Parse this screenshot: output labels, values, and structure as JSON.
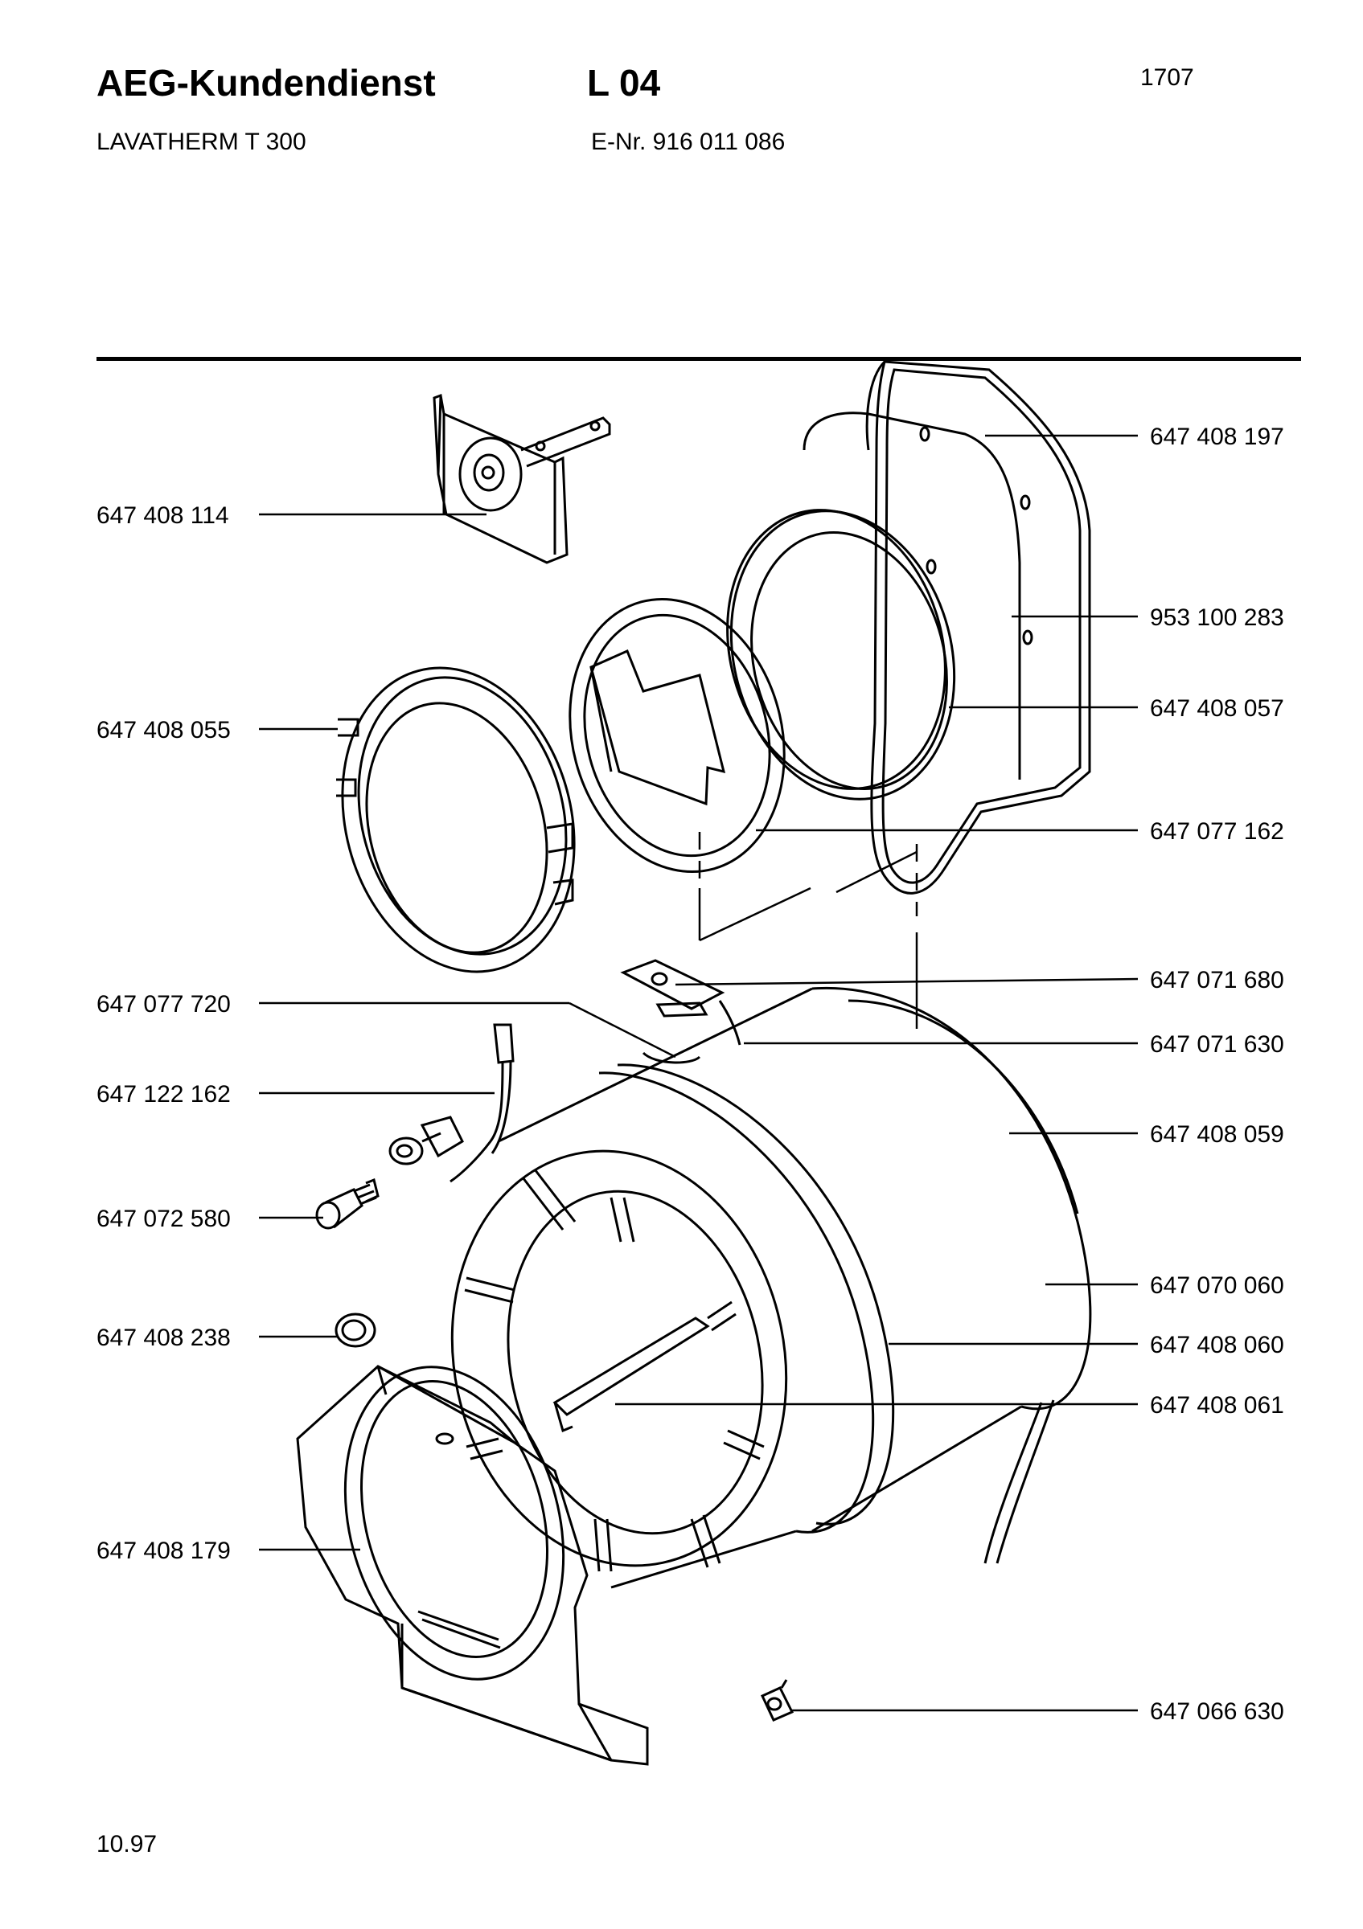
{
  "header": {
    "brand": "AEG-Kundendienst",
    "model_code": "L 04",
    "page_number": "1707",
    "product": "LAVATHERM  T 300",
    "e_number": "E-Nr. 916 011 086"
  },
  "footer": {
    "date": "10.97"
  },
  "parts_left": [
    "647 408 114",
    "647 408 055",
    "647 077 720",
    "647 122 162",
    "647 072 580",
    "647 408 238",
    "647 408 179"
  ],
  "parts_right": [
    "647 408 197",
    "953 100 283",
    "647 408 057",
    "647 077 162",
    "647 071 680",
    "647 071 630",
    "647 408 059",
    "647 070 060",
    "647 408 060",
    "647 408 061",
    "647 066 630"
  ]
}
